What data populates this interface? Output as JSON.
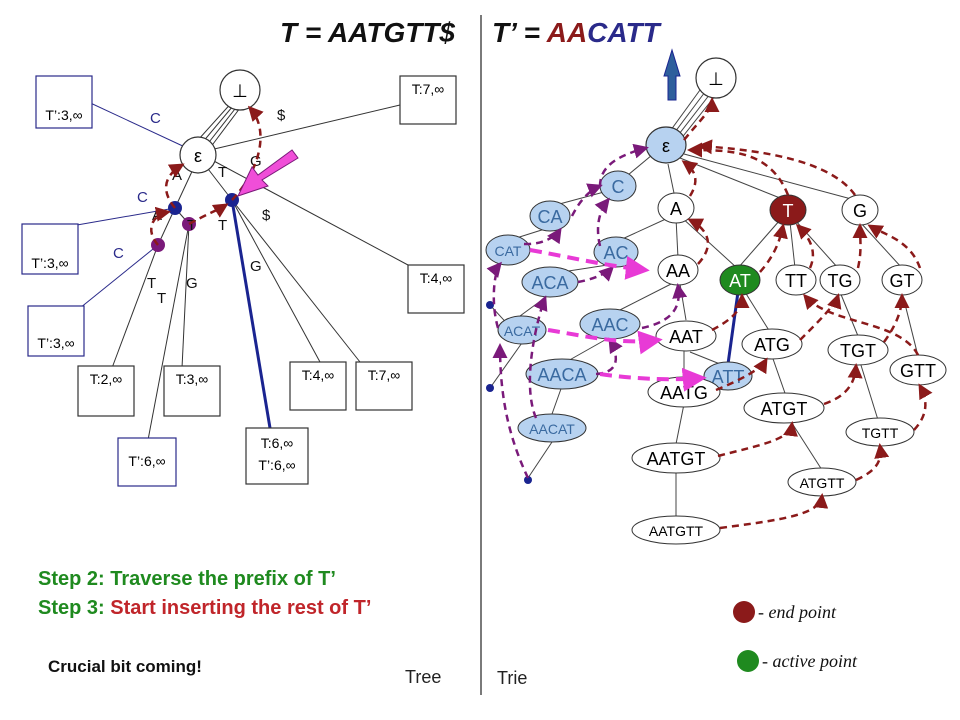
{
  "title": {
    "t_prefix": "T = AATGTT$",
    "t2_prefix": "T’ = ",
    "t2_green": "AA",
    "t2_red": "CATT"
  },
  "tree": {
    "root": "⊥",
    "eps": "ε",
    "edges": [
      "C",
      "$",
      "T",
      "G",
      "A",
      "C",
      "A",
      "T",
      "T",
      "$",
      "C",
      "T",
      "G",
      "T",
      "G"
    ],
    "boxes": [
      [
        "T’:3,∞"
      ],
      [
        "T:7,∞"
      ],
      [
        "T’:3,∞"
      ],
      [
        "T:4,∞"
      ],
      [
        "T’:3,∞"
      ],
      [
        "T:2,∞"
      ],
      [
        "T:3,∞"
      ],
      [
        "T:4,∞"
      ],
      [
        "T:7,∞"
      ],
      [
        "T’:6,∞"
      ],
      [
        "T:6,∞",
        "T’:6,∞"
      ]
    ],
    "label": "Tree"
  },
  "trie": {
    "nodes": [
      "⊥",
      "ε",
      "C",
      "A",
      "T",
      "G",
      "CA",
      "CAT",
      "AC",
      "AA",
      "AT",
      "TT",
      "TG",
      "GT",
      "ACA",
      "ACAT",
      "AAC",
      "AAT",
      "ATG",
      "TGT",
      "GTT",
      "AACA",
      "ATT",
      "AATG",
      "ATGT",
      "TGTT",
      "AACAT",
      "AATGT",
      "ATGTT",
      "AATGTT"
    ],
    "label": "Trie"
  },
  "steps": {
    "step2": "Step 2: Traverse the prefix of T’",
    "step3_prefix": "Step 3: ",
    "step3_red": "Start inserting the rest of T’",
    "crucial": "Crucial bit coming!"
  },
  "legend": {
    "end_point": "- end point",
    "active_point": "- active point"
  },
  "colors": {
    "darkred": "#8b1a1a",
    "green": "#1f8a1f",
    "navy": "#1a2490",
    "purple": "#7a1a7a",
    "lightblue": "#b7d2f0",
    "magenta": "#e83ad6",
    "pink_arrow": "#f04ed8",
    "blue_arrow": "#2e5f9c"
  }
}
